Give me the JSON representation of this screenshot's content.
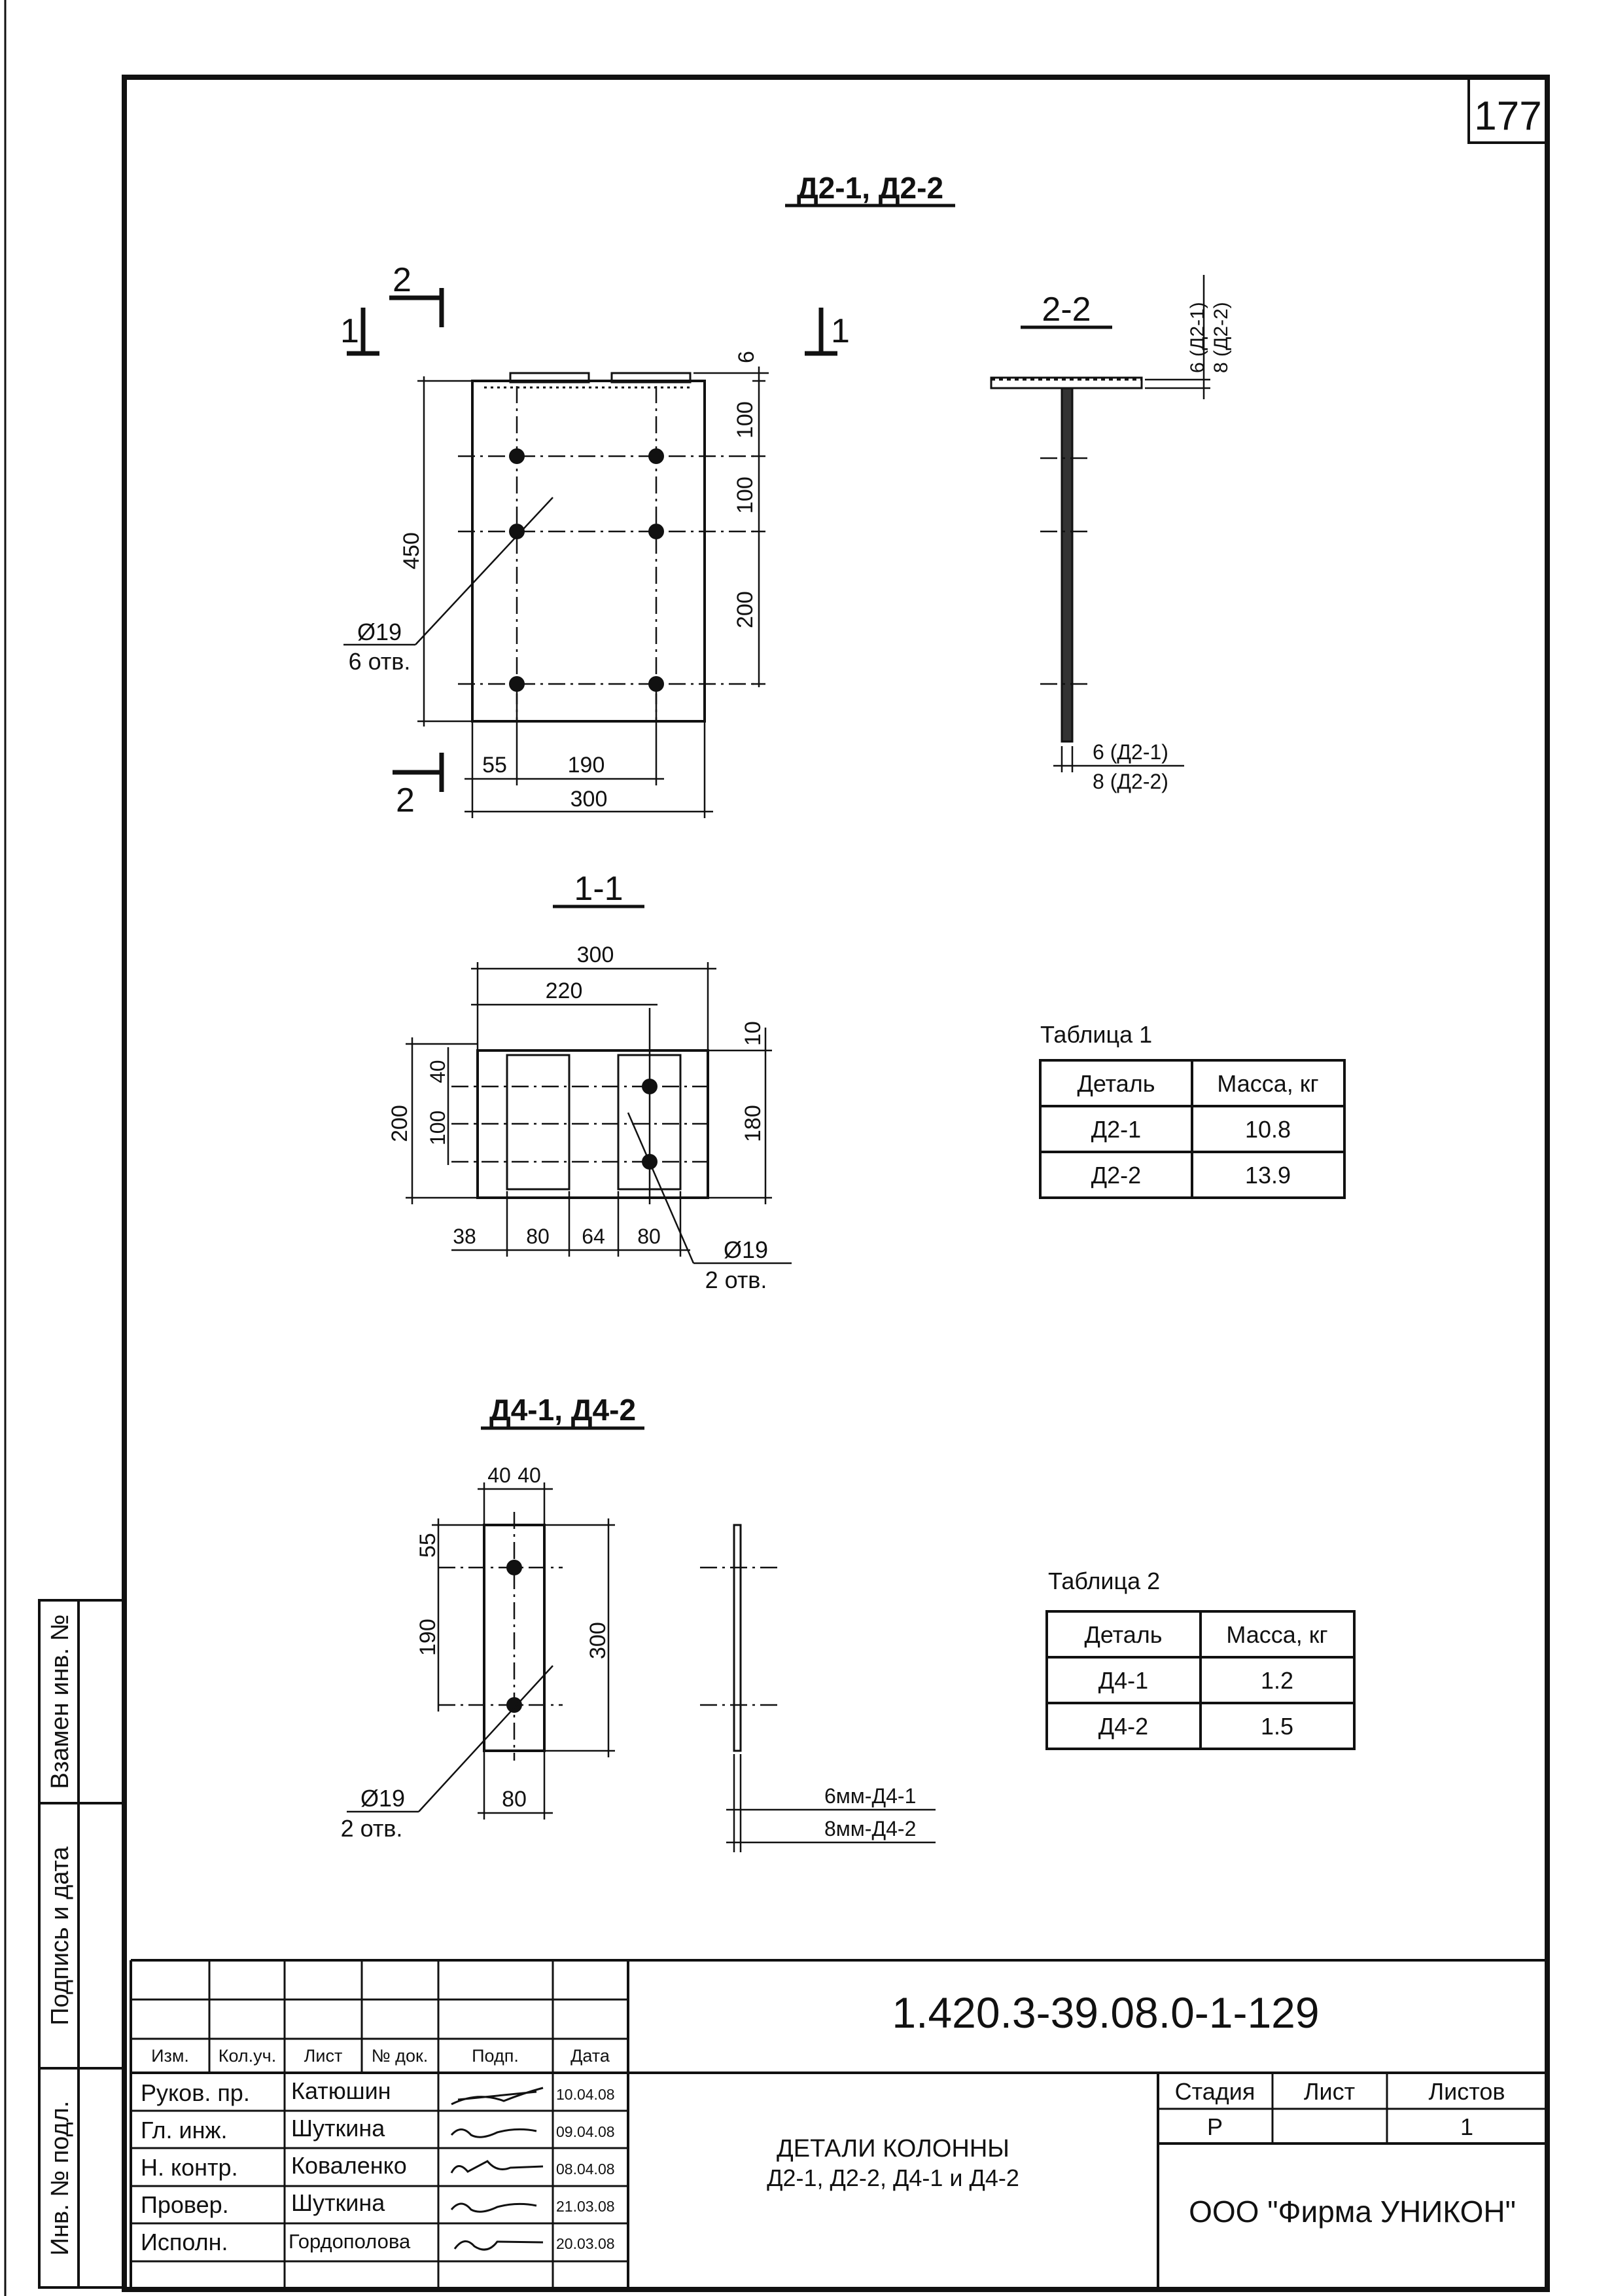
{
  "sheet_number": "177",
  "views": {
    "d2_title": "Д2-1, Д2-2",
    "section_2_2": "2-2",
    "section_1_1": "1-1",
    "d4_title": "Д4-1, Д4-2",
    "cut_mark_1": "1",
    "cut_mark_2": "2"
  },
  "dims_d2": {
    "top_offset": "6",
    "row_1": "100",
    "row_2": "100",
    "row_3": "200",
    "height": "450",
    "edge": "55",
    "spacing": "190",
    "width": "300",
    "hole_dia": "Ø19",
    "hole_count": "6 отв."
  },
  "dims_2_2": {
    "flange_top_1": "6 (Д2-1)",
    "flange_top_2": "8 (Д2-2)",
    "web_1": "6 (Д2-1)",
    "web_2": "8 (Д2-2)"
  },
  "dims_1_1": {
    "overall": "300",
    "inner": "220",
    "top_gap": "10",
    "offset_40": "40",
    "spacing_100": "100",
    "height_200": "200",
    "height_180": "180",
    "seg_38": "38",
    "seg_80a": "80",
    "seg_64": "64",
    "seg_80b": "80",
    "hole_dia": "Ø19",
    "hole_count": "2 отв."
  },
  "dims_d4": {
    "w_40a": "40",
    "w_40b": "40",
    "top_55": "55",
    "spacing_190": "190",
    "height_300": "300",
    "width_80": "80",
    "hole_dia": "Ø19",
    "hole_count": "2 отв.",
    "thick_1": "6мм-Д4-1",
    "thick_2": "8мм-Д4-2"
  },
  "table1": {
    "caption": "Таблица 1",
    "headers": [
      "Деталь",
      "Масса, кг"
    ],
    "rows": [
      [
        "Д2-1",
        "10.8"
      ],
      [
        "Д2-2",
        "13.9"
      ]
    ]
  },
  "table2": {
    "caption": "Таблица 2",
    "headers": [
      "Деталь",
      "Масса, кг"
    ],
    "rows": [
      [
        "Д4-1",
        "1.2"
      ],
      [
        "Д4-2",
        "1.5"
      ]
    ]
  },
  "left_stamps": {
    "vzamen": "Взамен инв. №",
    "podpis": "Подпись и дата",
    "inv": "Инв. № подл."
  },
  "title_block": {
    "doc_code": "1.420.3-39.08.0-1-129",
    "col_headers": [
      "Изм.",
      "Кол.уч.",
      "Лист",
      "№ док.",
      "Подп.",
      "Дата"
    ],
    "people": [
      {
        "role": "Руков. пр.",
        "name": "Катюшин",
        "date": "10.04.08"
      },
      {
        "role": "Гл. инж.",
        "name": "Шуткина",
        "date": "09.04.08"
      },
      {
        "role": "Н. контр.",
        "name": "Коваленко",
        "date": "08.04.08"
      },
      {
        "role": "Провер.",
        "name": "Шуткина",
        "date": "21.03.08"
      },
      {
        "role": "Исполн.",
        "name": "Гордополова",
        "date": "20.03.08"
      }
    ],
    "title_line1": "ДЕТАЛИ КОЛОННЫ",
    "title_line2": "Д2-1, Д2-2, Д4-1 и Д4-2",
    "stage_label": "Стадия",
    "sheet_label": "Лист",
    "sheets_label": "Листов",
    "stage": "Р",
    "sheet": "",
    "sheets": "1",
    "company": "ООО \"Фирма УНИКОН\""
  }
}
